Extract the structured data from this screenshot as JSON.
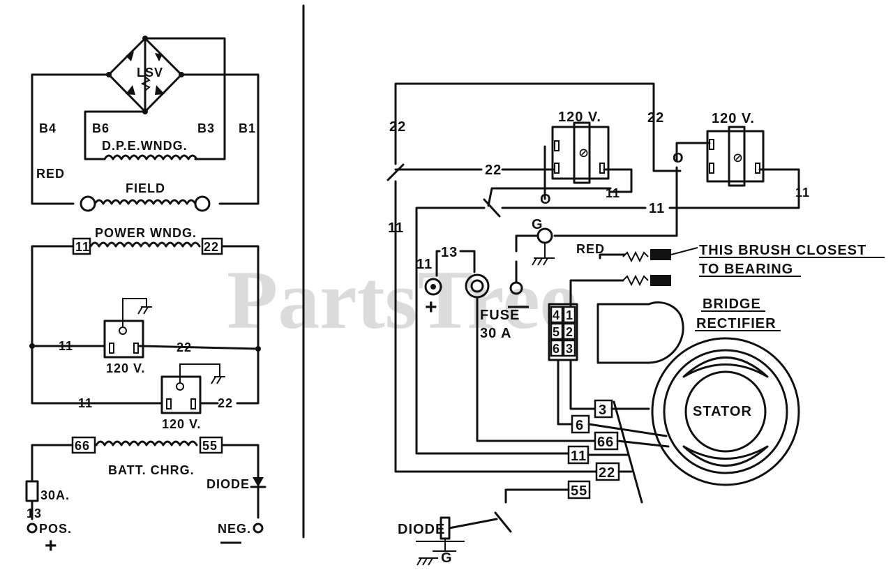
{
  "watermark": "PartsTree",
  "left": {
    "bridge_label": "LSV",
    "b4": "B4",
    "b6": "B6",
    "b3": "B3",
    "b1": "B1",
    "dpe_wndg": "D.P.E.WNDG.",
    "red": "RED",
    "field": "FIELD",
    "power_wndg": "POWER WNDG.",
    "t11": "11",
    "t22": "22",
    "w11a": "11",
    "w22a": "22",
    "w11b": "11",
    "w22b": "22",
    "outlet1": "120 V.",
    "outlet2": "120 V.",
    "t66": "66",
    "t55": "55",
    "batt_chrg": "BATT. CHRG.",
    "fuse": "30A.",
    "t13": "13",
    "pos": "POS.",
    "plus": "+",
    "diode": "DIODE",
    "neg": "NEG.",
    "minus": "—"
  },
  "right": {
    "w22_left": "22",
    "w22_mid": "22",
    "w22_top": "22",
    "w11_mid": "11",
    "w11_right": "11",
    "w11_small": "11",
    "w11_left": "11",
    "outlet1": "120 V.",
    "outlet2": "120 V.",
    "g": "G",
    "g_diode": "G",
    "red": "RED",
    "w13": "13",
    "fuse": "FUSE",
    "fuse_amp": "30 A",
    "brush_note_1": "THIS BRUSH CLOSEST",
    "brush_note_2": "TO BEARING",
    "bridge_1": "BRIDGE",
    "bridge_2": "RECTIFIER",
    "stator": "STATOR",
    "term_3": "3",
    "term_6": "6",
    "term_66": "66",
    "term_11": "11",
    "term_22": "22",
    "term_55": "55",
    "rect_4": "4",
    "rect_1": "1",
    "rect_5": "5",
    "rect_2": "2",
    "rect_6": "6",
    "rect_3": "3",
    "plus": "+",
    "minus": "—",
    "o1": "O",
    "o2": "O",
    "diode": "DIODE"
  }
}
